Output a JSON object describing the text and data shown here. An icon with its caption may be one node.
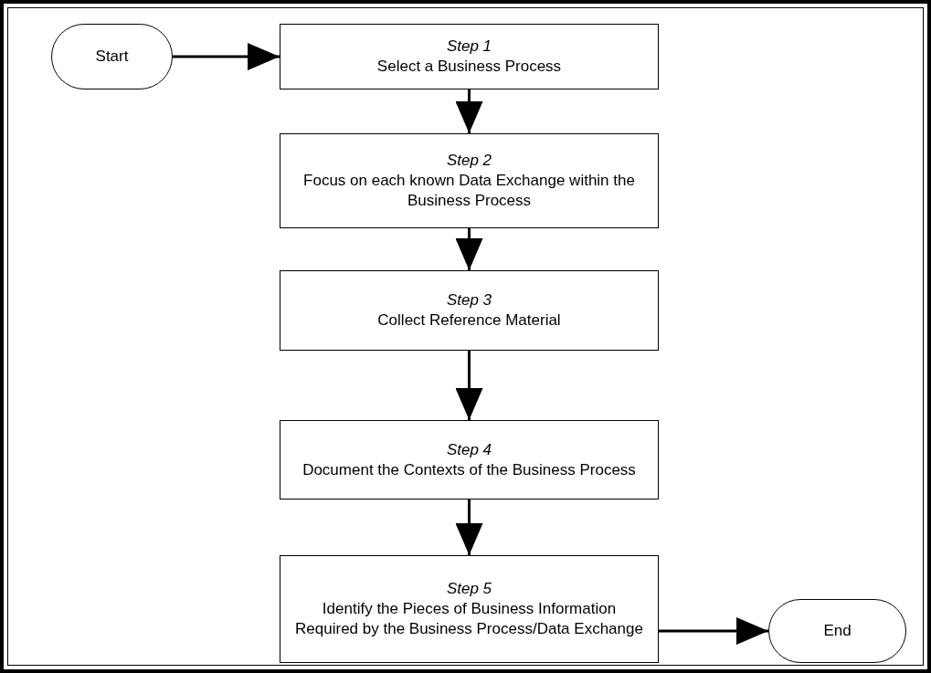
{
  "diagram": {
    "nodes": [
      {
        "text": [
          "Start"
        ]
      },
      {
        "text": [
          "Step 1",
          "Select a Business Process"
        ]
      },
      {
        "text": [
          "Step 2",
          "Focus on each known Data Exchange within the Business Process"
        ]
      },
      {
        "text": [
          "Step 3",
          "Collect Reference Material"
        ]
      },
      {
        "text": [
          "Step 4",
          "Document the Contexts of the Business Process"
        ]
      },
      {
        "text": [
          "Step 5",
          "Identify the Pieces of Business Information Required by the Business Process/Data Exchange"
        ]
      },
      {
        "text": [
          "End"
        ]
      }
    ],
    "edges": [
      {
        "from": 0,
        "to": 1,
        "arrow": "to"
      },
      {
        "from": 1,
        "to": 2,
        "arrow": "to"
      },
      {
        "from": 2,
        "to": 3,
        "arrow": "to"
      },
      {
        "from": 3,
        "to": 4,
        "arrow": "to"
      },
      {
        "from": 4,
        "to": 5,
        "arrow": "to"
      },
      {
        "from": 5,
        "to": 6,
        "arrow": "to"
      }
    ]
  }
}
